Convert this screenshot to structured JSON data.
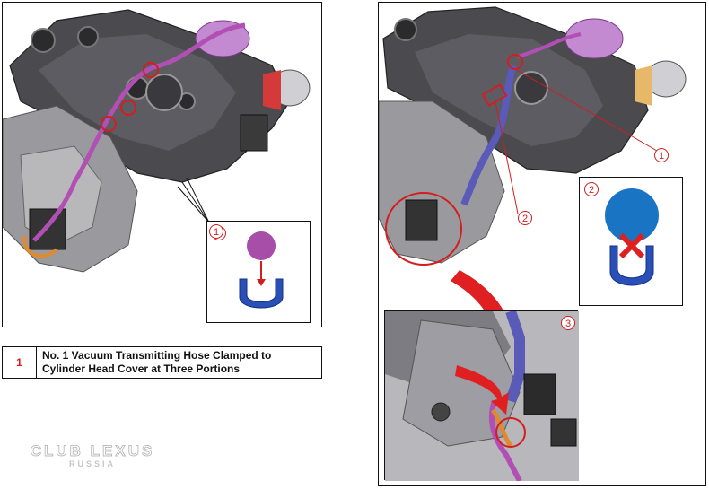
{
  "left_figure": {
    "callout_label": "1",
    "inset_label": "1"
  },
  "right_figure": {
    "callout_1": "1",
    "callout_2": "2",
    "inset_2_label": "2",
    "inset_3_label": "3"
  },
  "legend": {
    "number": "1",
    "line1": "No. 1 Vacuum Transmitting Hose Clamped to",
    "line2": "Cylinder Head Cover at Three Portions"
  },
  "watermark": {
    "line1": "CLUB LEXUS",
    "line2": "RUSSIA"
  },
  "colors": {
    "hose": "#b24fb5",
    "clamp": "#2a4fb5",
    "callout": "#d21e1e",
    "engine": "#3b3b3f"
  }
}
